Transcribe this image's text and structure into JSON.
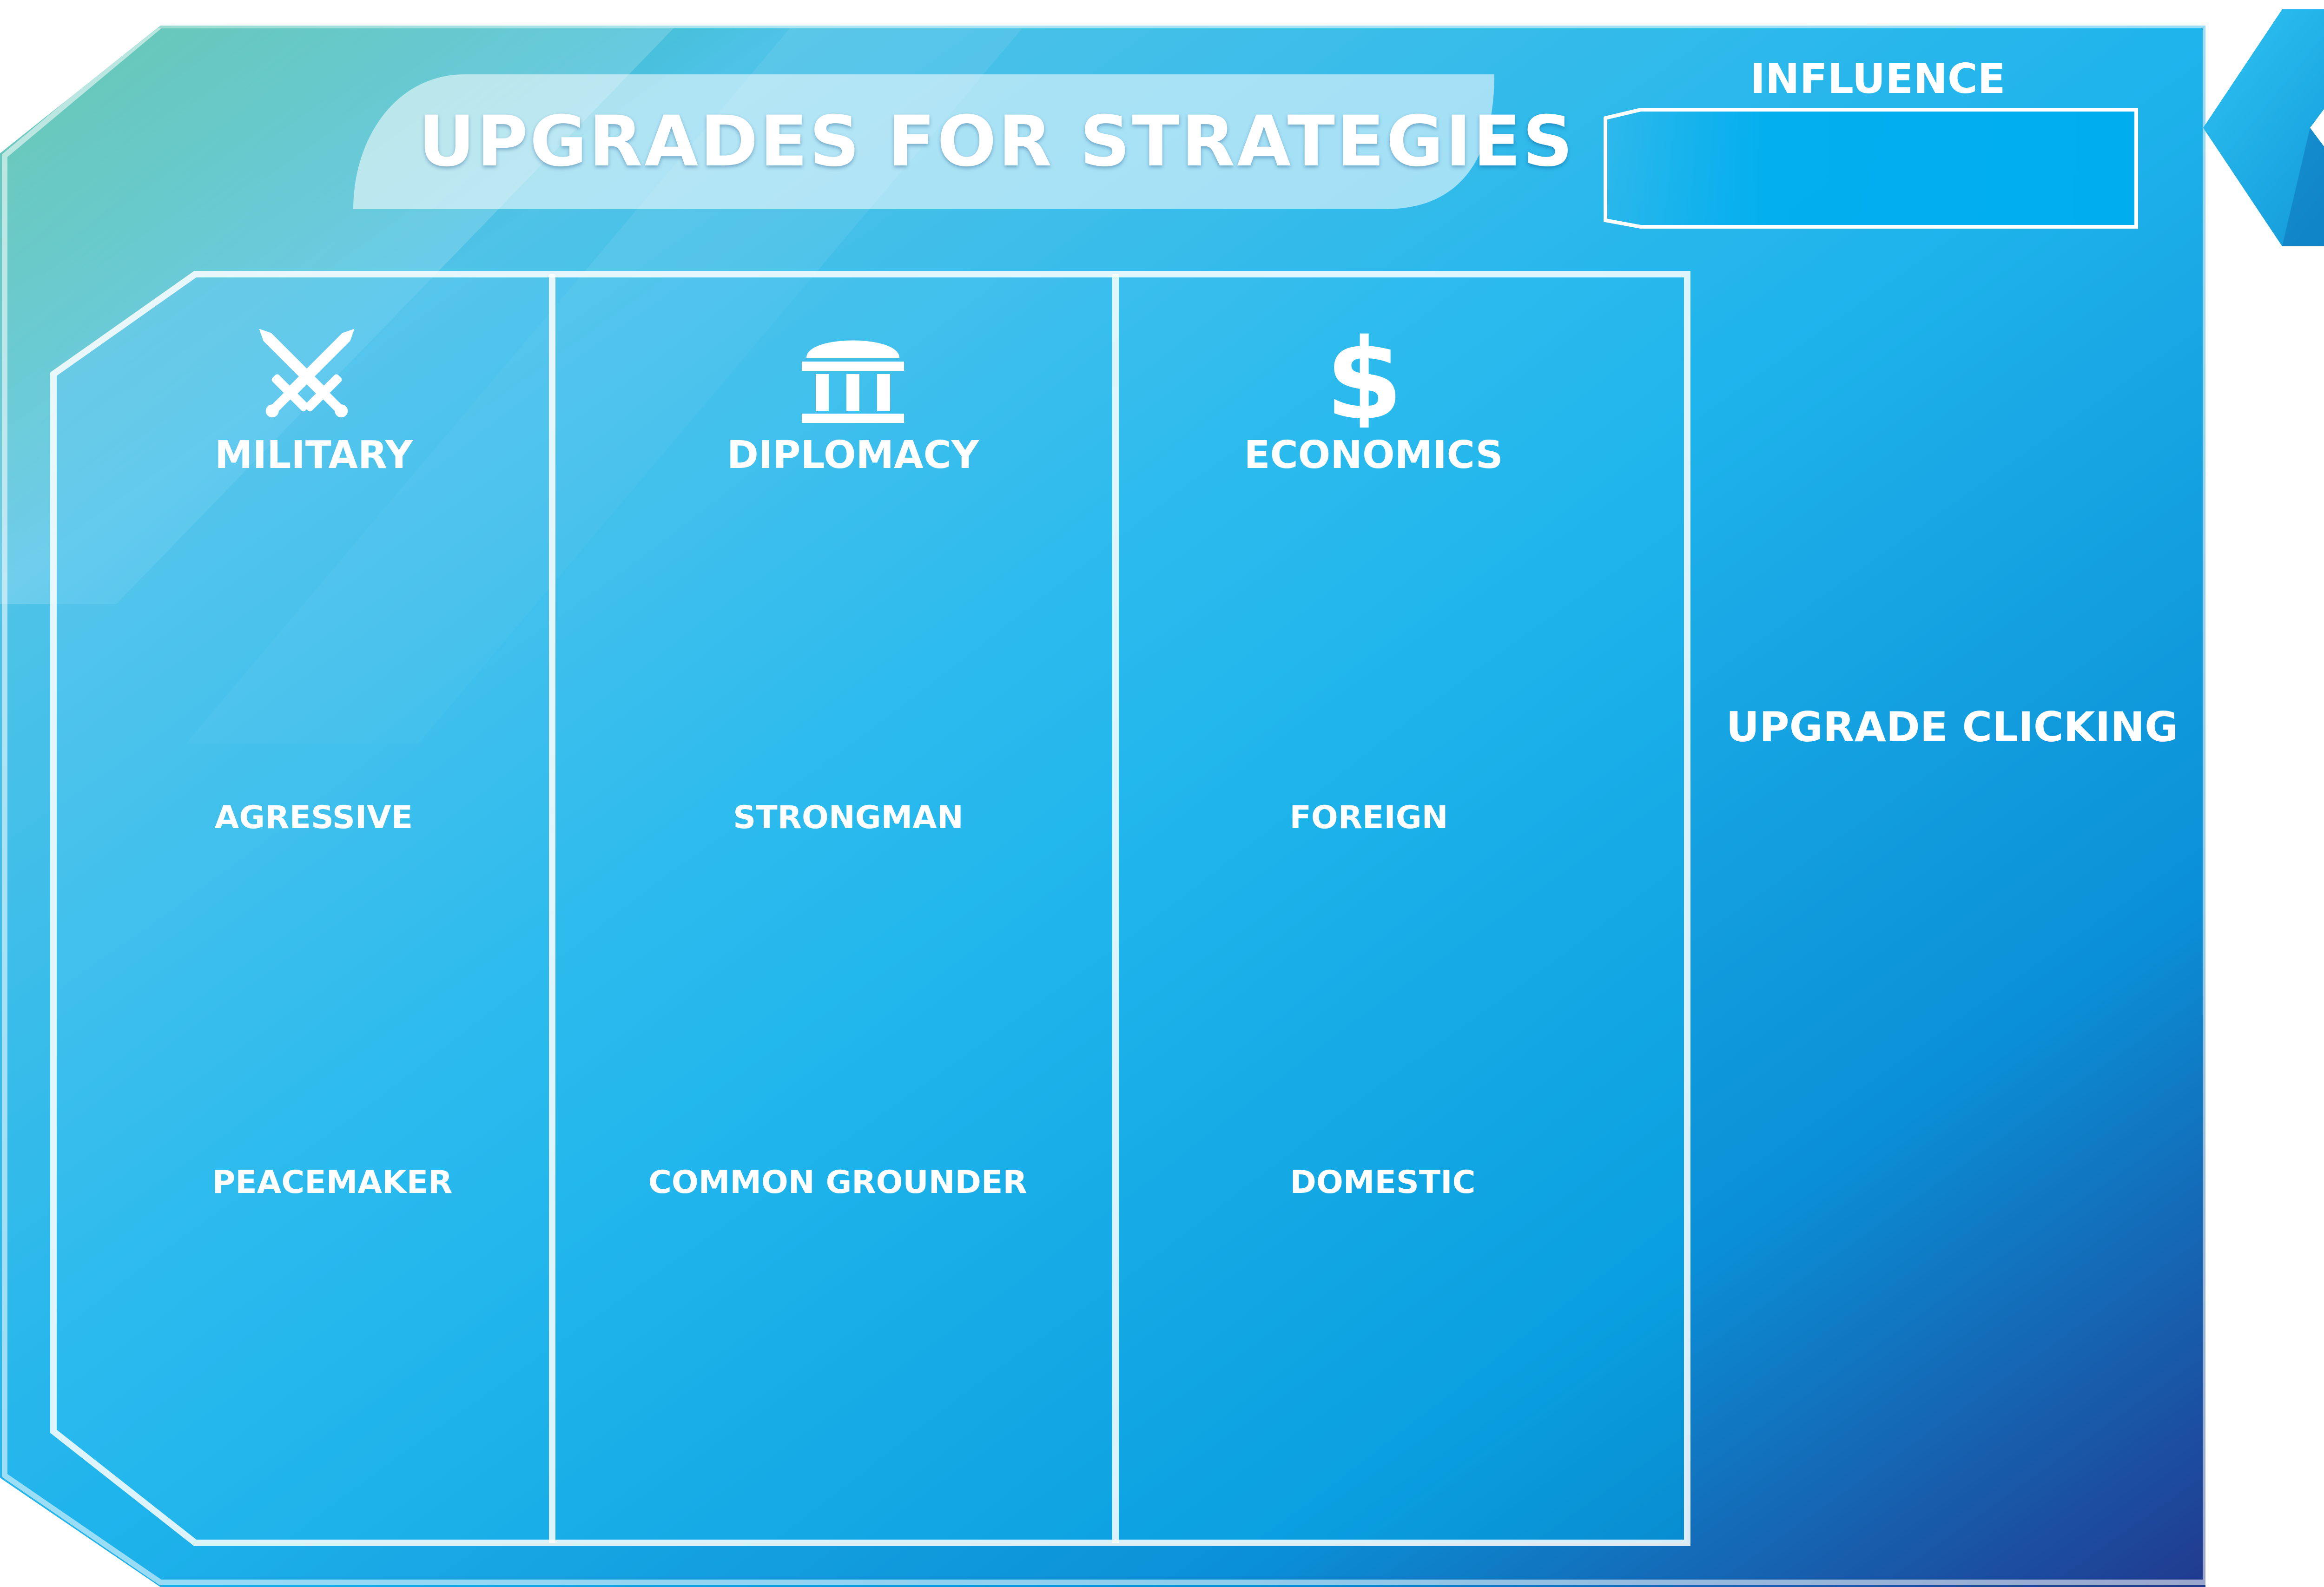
{
  "header": {
    "title": "UPGRADES FOR STRATEGIES"
  },
  "influence": {
    "label": "INFLUENCE"
  },
  "columns": [
    {
      "title": "MILITARY",
      "icon": "crossed-swords-icon",
      "options": [
        "AGRESSIVE",
        "PEACEMAKER"
      ]
    },
    {
      "title": "DIPLOMACY",
      "icon": "government-building-icon",
      "options": [
        "STRONGMAN",
        "COMMON GROUNDER"
      ]
    },
    {
      "title": "ECONOMICS",
      "icon": "dollar-sign-icon",
      "options": [
        "FOREIGN",
        "DOMESTIC"
      ]
    }
  ],
  "side_action": {
    "label": "UPGRADE CLICKING"
  },
  "colors": {
    "panel_top_left": "#1aab8b",
    "panel_main": "#00aeef",
    "panel_bottom_right": "#213a8f",
    "outline": "#ffffff",
    "influence_fill": "#00aeef",
    "back_button": "#1bb5ee"
  }
}
